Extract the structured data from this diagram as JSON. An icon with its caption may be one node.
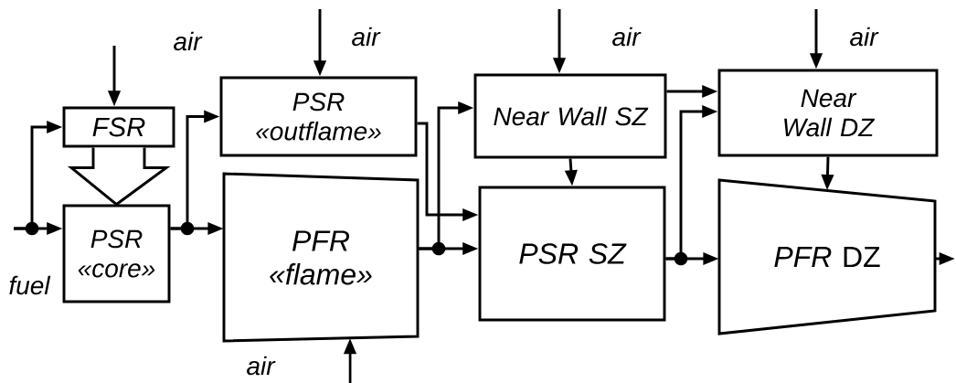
{
  "diagram": {
    "nodes": [
      {
        "text": [
          "FSR"
        ]
      },
      {
        "text": [
          "PSR «core»"
        ]
      },
      {
        "text": [
          "PSR «outflame»"
        ]
      },
      {
        "text": [
          "PFR «flame»"
        ]
      },
      {
        "text": [
          "Near Wall SZ"
        ]
      },
      {
        "text": [
          "PSR SZ"
        ]
      },
      {
        "text": [
          "Near Wall DZ"
        ]
      },
      {
        "text": [
          "*PFR* DZ"
        ]
      }
    ],
    "edges": [
      {
        "from": null,
        "to": 0,
        "arrow": "to"
      },
      {
        "from": null,
        "to": 1,
        "arrow": "to"
      },
      {
        "from": 1,
        "to": 2,
        "arrow": "to"
      },
      {
        "from": 1,
        "to": 3,
        "arrow": "to"
      },
      {
        "from": 0,
        "to": 1,
        "arrow": "to",
        "style": "thick"
      },
      {
        "from": 3,
        "to": 4,
        "arrow": "to"
      },
      {
        "from": 3,
        "to": 5,
        "arrow": "to"
      },
      {
        "from": 2,
        "to": 5,
        "arrow": "to"
      },
      {
        "from": 4,
        "to": 5,
        "arrow": "to"
      },
      {
        "from": 4,
        "to": 6,
        "arrow": "to"
      },
      {
        "from": 5,
        "to": 6,
        "arrow": "to"
      },
      {
        "from": 5,
        "to": 7,
        "arrow": "to"
      },
      {
        "from": 6,
        "to": 7,
        "arrow": "to"
      },
      {
        "from": 7,
        "to": null,
        "arrow": "to"
      },
      {
        "from": null,
        "to": 0,
        "arrow": "to"
      },
      {
        "from": null,
        "to": 2,
        "arrow": "to"
      },
      {
        "from": null,
        "to": 4,
        "arrow": "to"
      },
      {
        "from": null,
        "to": 6,
        "arrow": "to"
      },
      {
        "from": null,
        "to": 3,
        "arrow": "to"
      }
    ],
    "labels": [
      "air",
      "air",
      "air",
      "air",
      "fuel",
      "air"
    ]
  }
}
